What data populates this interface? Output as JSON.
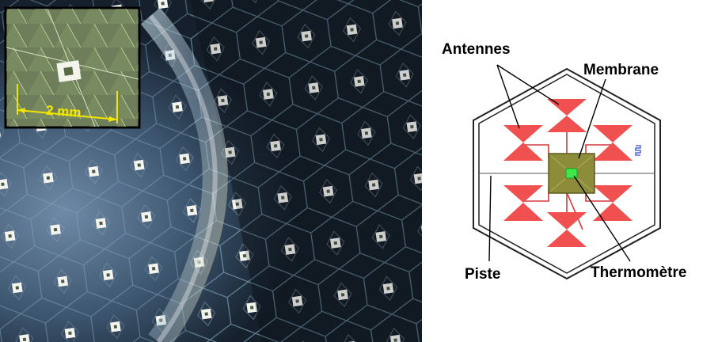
{
  "photo": {
    "inset": {
      "scale_label": "2 mm"
    }
  },
  "diagram": {
    "labels": {
      "antennes": "Antennes",
      "membrane": "Membrane",
      "piste": "Piste",
      "thermometre": "Thermomètre"
    },
    "colors": {
      "antenna": "#f0504f",
      "membrane": "#8c8c3a",
      "thermometer": "#3ee84a",
      "outline": "#222222",
      "wire": "#d23c3c"
    }
  }
}
